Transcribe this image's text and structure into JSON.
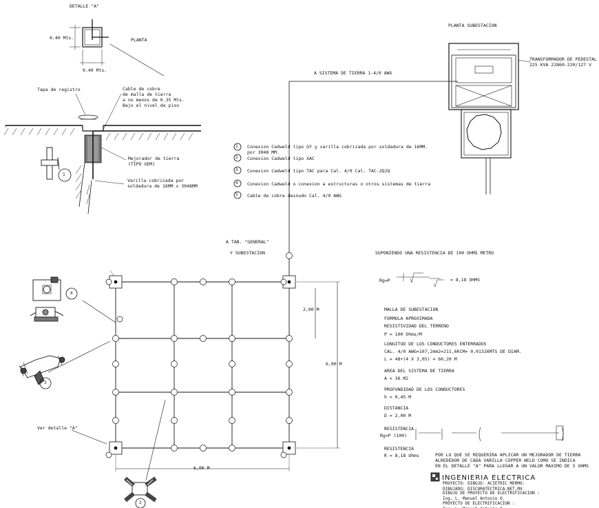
{
  "detail": {
    "title": "DETALLE \"A\"",
    "plan_label": "PLANTA",
    "dim_vertical": "0.40 Mts.",
    "dim_horizontal": "0.40 Mts.",
    "lid_label": "Tapa de registro",
    "cable_label": "Cable de cobre\nde malla de tierra\na no menos de 0.35 Mts.\nBajo el nivel de piso",
    "enhancer_label": "Mejorador de tierra\n(TIPO GEM)",
    "rod_label": "Varilla cobrizada por\nsoldadura de 16MM x 3048MM",
    "item1": "1"
  },
  "substation": {
    "title": "PLANTA SUBESTACION",
    "transformer_label": "TRANSFORMADOR DE PEDESTAL\n225 KVA 22860-220/127 V",
    "ground_system_label": "A SISTEMA DE TIERRA 1-4/0 AWG"
  },
  "legend": [
    {
      "num": "1",
      "text": "Conexion Cadweld tipo GY y varilla cobrizada por soldadura de 16MM.\npor 3048 MM."
    },
    {
      "num": "2",
      "text": "Conexion Cadweld tipo XAC"
    },
    {
      "num": "3",
      "text": "Conexion Cadweld tipo TAC para Cal. 4/0 Cal. TAC-2Q2Q"
    },
    {
      "num": "4",
      "text": "Conexion Cadweld o conexion a estructuras o otros sistemas de tierra"
    },
    {
      "num": "5",
      "text": "Cable de cobre desnudo Cal. 4/0 AWG"
    }
  ],
  "grid": {
    "tab_label": "A TAB. \"GENERAL\"",
    "sub_label": "Y SUBESTACION",
    "dim_vertical_small": "2,00 M",
    "dim_vertical_big": "6,00 M",
    "dim_horizontal": "6,00 M",
    "detail_ref": "Ver detalle \"A\"",
    "callout_4": "4",
    "callout_3": "3",
    "callout_2": "2"
  },
  "calc": {
    "heading": "SUPONIENDO UNA RESISTENCIA DE 100 OHMS METRO",
    "rg_result": "= 8,18 OHMS",
    "lines": [
      "MALLA DE SUBESTACION",
      "FORMULA APROXIMADA",
      "RESISTIVIDAD DEL TERRENO",
      "P = 100 Ohms/M",
      "LONGITUD DE LOS CONDUCTORES ENTERRADOS",
      "CAL. 4/0 AWG=107,2mm2=211,6KCM= 0,01326MTS DE DIAM.",
      "L = 48+(4 X 3,05) = 60,20 M",
      "AREA DEL SISTEMA DE TIERRA",
      "A = 36 M2",
      "PROFUNDIDAD DE LOS CONDUCTORES",
      "h = 0,45 M",
      "DISTANCIA",
      "D = 2,00 M",
      "RESISTENCIA"
    ],
    "formula": "Rg=P (100)",
    "resistance_label": "RESISTENCIA",
    "resistance_value": "R = 8,18 Ohms",
    "note": "POR LO QUE SE REQUERIRA APLICAR UN MEJORADOR DE TIERRA\nALREDEDOR DE CADA VARILLA COPPER WELD COMO SE INDICA\nEN EL DETALLE \"A\" PARA LLEGAR A UN VALOR MAXIMO DE 5 OHMS"
  },
  "titleblock": {
    "brand": "INGENIERIA ELECTRICA",
    "line1": "PROYECTO: DIBUJO: ACIETRIC MERMO:\nDIBUJADO: DISCORATECTRICA.NET.MX",
    "line2": "DIBUJO DE PROYECTO DE ELECTRIFICACION :\nIng. L. Manuel Antonio O.\nPROYECTO DE ELECTRIFICACION :\nIng. L. Manuel Antonio O."
  }
}
